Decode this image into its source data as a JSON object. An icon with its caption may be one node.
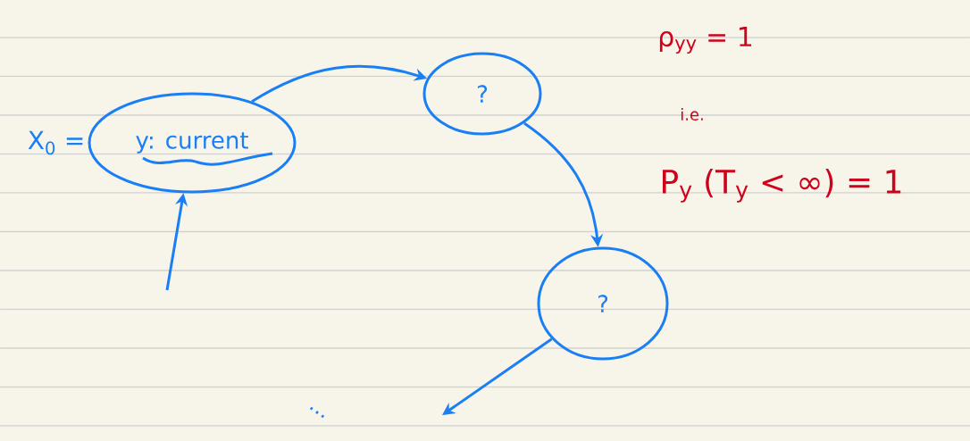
{
  "diagram": {
    "nodes": [
      {
        "text": [
          "y: current"
        ],
        "beside": [
          "X$_{0}$ ="
        ]
      },
      {
        "text": [
          "?"
        ]
      },
      {
        "text": [
          "?"
        ]
      }
    ],
    "edges": [
      {
        "from": 0,
        "to": 1,
        "arrow": "to"
      },
      {
        "from": 1,
        "to": 2,
        "arrow": "to"
      },
      {
        "from": 2,
        "to": null,
        "arrow": "to"
      },
      {
        "from": null,
        "to": 0,
        "arrow": "to"
      }
    ],
    "labels": [
      "ρ$_{yy}$ = 1",
      "i.e.",
      "P$_{y}$ (T$_{y}$ < ∞) = 1",
      "..."
    ]
  }
}
